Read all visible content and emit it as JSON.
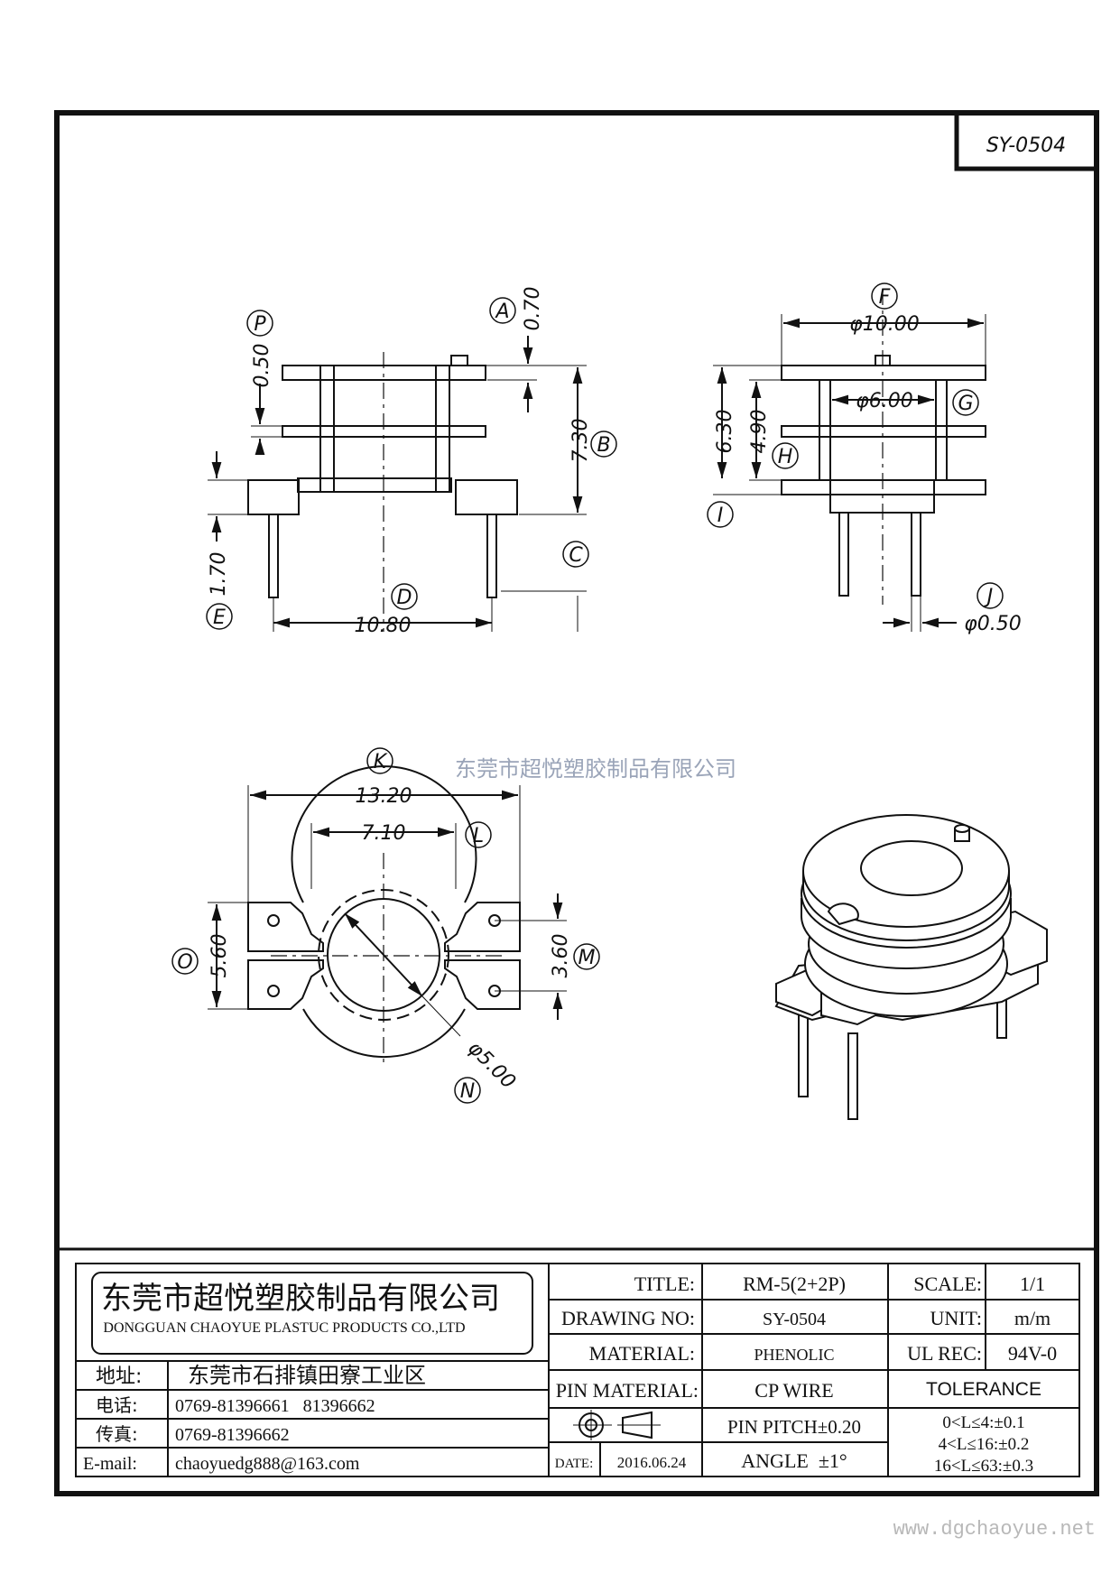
{
  "drawing_code": "SY-0504",
  "watermark": "东莞市超悦塑胶制品有限公司",
  "website": "www.dgchaoyue.net",
  "views": {
    "front": {
      "dims": {
        "A": "0.70",
        "P": "0.50",
        "B": "7.30",
        "C": "1.70",
        "D": "10.80"
      },
      "labels": [
        "P",
        "A",
        "B",
        "C",
        "D",
        "E"
      ]
    },
    "side": {
      "dims": {
        "F": "φ10.00",
        "G": "φ6.00",
        "H": "4.90",
        "I": "6.30",
        "J": "φ0.50"
      },
      "labels": [
        "F",
        "G",
        "H",
        "I",
        "J"
      ]
    },
    "bottom": {
      "dims": {
        "K": "13.20",
        "L": "7.10",
        "O": "5.60",
        "M": "3.60",
        "N": "φ5.00"
      },
      "labels": [
        "K",
        "L",
        "O",
        "M",
        "N"
      ]
    }
  },
  "title_block": {
    "company_cn": "东莞市超悦塑胶制品有限公司",
    "company_en": "DONGGUAN CHAOYUE PLASTUC PRODUCTS CO.,LTD",
    "address_label": "地址:",
    "address": "东莞市石排镇田寮工业区",
    "phone_label": "电话:",
    "phone": "0769-81396661   81396662",
    "fax_label": "传真:",
    "fax": "0769-81396662",
    "email_label": "E-mail:",
    "email": "chaoyuedg888@163.com",
    "title_label": "TITLE:",
    "title": "RM-5(2+2P)",
    "drawing_no_label": "DRAWING NO:",
    "drawing_no": "SY-0504",
    "material_label": "MATERIAL:",
    "material": "PHENOLIC",
    "pin_material_label": "PIN MATERIAL:",
    "pin_material": "CP WIRE",
    "date_label": "DATE:",
    "date": "2016.06.24",
    "pin_pitch": "PIN PITCH±0.20",
    "angle": "ANGLE  ±1°",
    "scale_label": "SCALE:",
    "scale": "1/1",
    "unit_label": "UNIT:",
    "unit": "m/m",
    "ul_label": "UL REC:",
    "ul": "94V-0",
    "tolerance_label": "TOLERANCE",
    "tolerance": [
      "0<L≤4:±0.1",
      "4<L≤16:±0.2",
      "16<L≤63:±0.3"
    ]
  }
}
